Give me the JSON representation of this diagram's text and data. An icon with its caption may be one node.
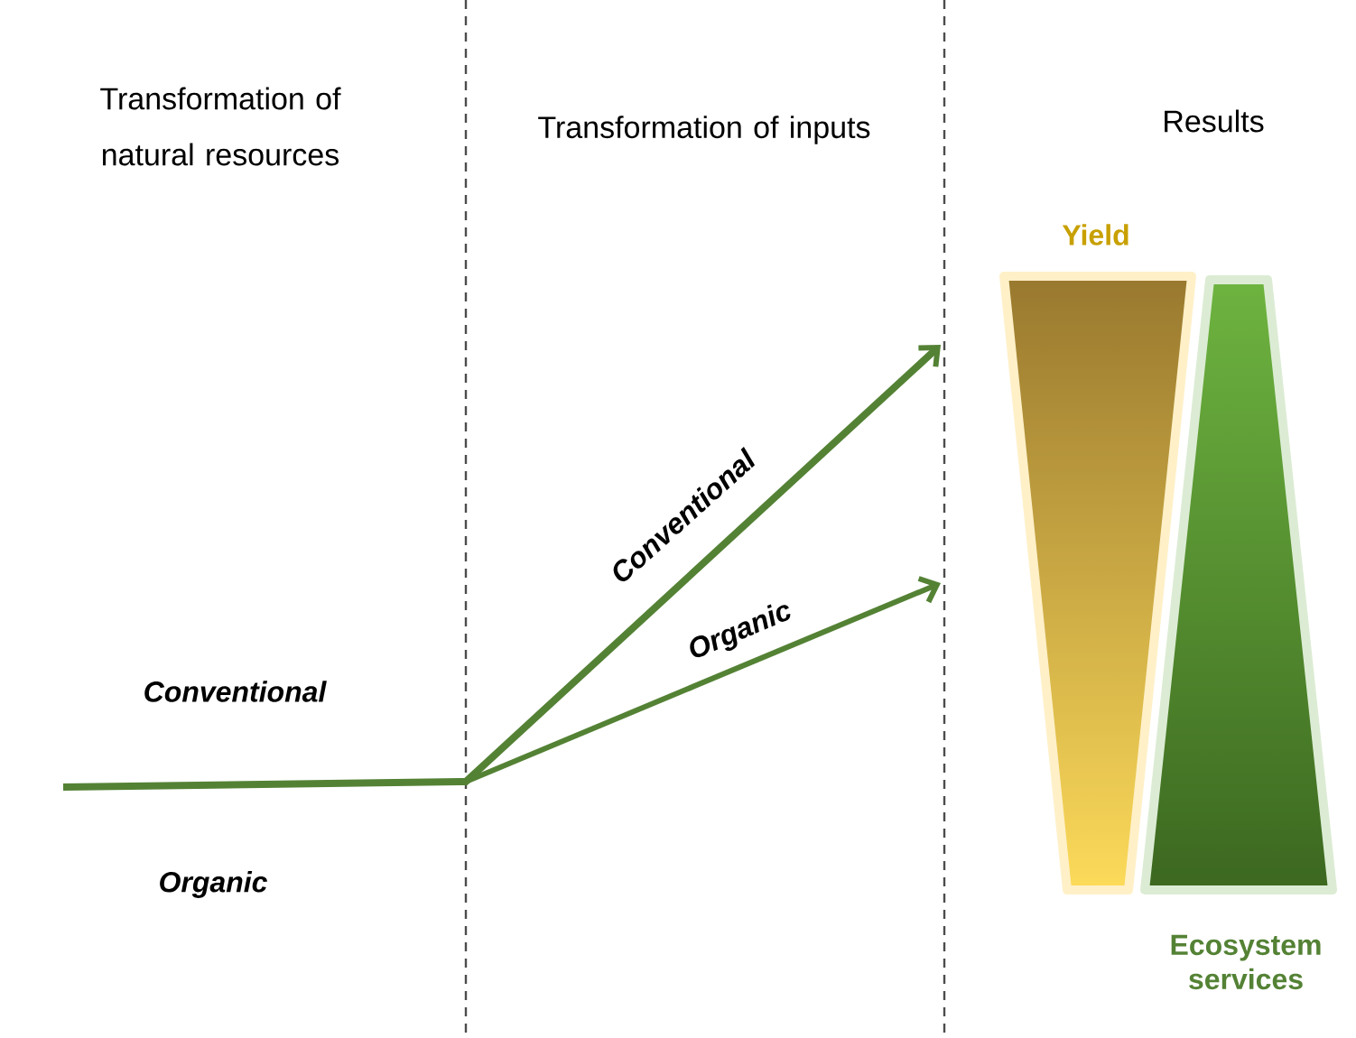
{
  "diagram": {
    "nodes": [
      {
        "text": [
          "Yield"
        ]
      },
      {
        "text": [
          "Ecosystem services"
        ]
      }
    ],
    "labels": [
      "Transformation of natural resources",
      "Transformation of inputs",
      "Results",
      "Conventional",
      "Conventional",
      "Organic",
      "Organic"
    ]
  }
}
